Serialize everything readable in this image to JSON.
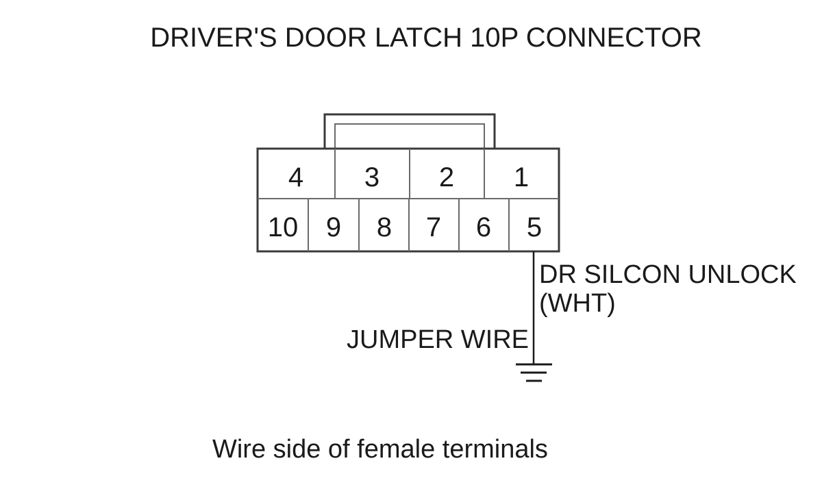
{
  "diagram": {
    "title": "DRIVER'S DOOR LATCH 10P CONNECTOR",
    "connector": {
      "top_row_pins": [
        "4",
        "3",
        "2",
        "1"
      ],
      "bottom_row_pins": [
        "10",
        "9",
        "8",
        "7",
        "6",
        "5"
      ]
    },
    "wire_label": {
      "line1": "DR SILCON UNLOCK",
      "line2": "(WHT)"
    },
    "jumper_label": "JUMPER WIRE",
    "caption": "Wire side of female terminals",
    "ground_icon": "ground-symbol-icon"
  }
}
